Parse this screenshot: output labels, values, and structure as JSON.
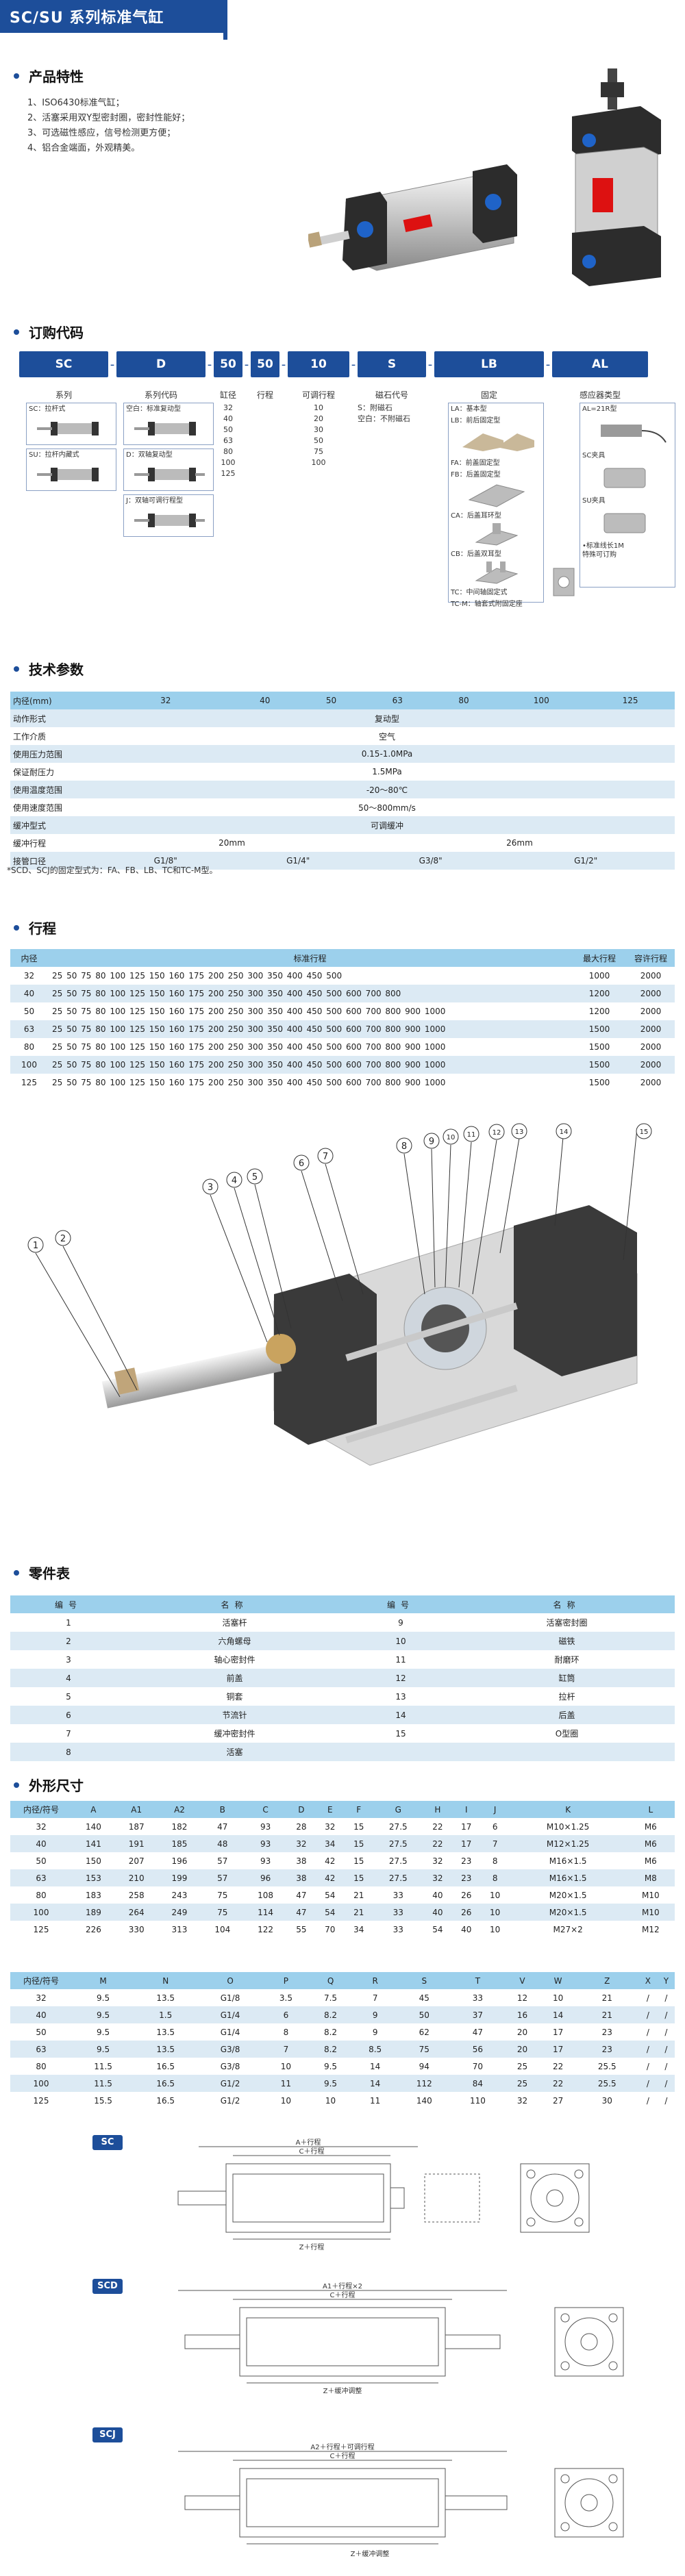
{
  "header": {
    "title": "SC/SU 系列标准气缸"
  },
  "features": {
    "title": "产品特性",
    "items": [
      "1、ISO6430标准气缸；",
      "2、活塞采用双Y型密封圈，密封性能好；",
      "3、可选磁性感应，信号检测更方便；",
      "4、铝合金端面，外观精美。"
    ]
  },
  "order": {
    "title": "订购代码",
    "codes": [
      "SC",
      "D",
      "50",
      "50",
      "10",
      "S",
      "LB",
      "AL"
    ],
    "labels": [
      "系列",
      "系列代码",
      "缸径",
      "行程",
      "可调行程",
      "磁石代号",
      "固定",
      "感应器类型"
    ],
    "series_opts": [
      "SC：拉杆式",
      "SU：拉杆内藏式"
    ],
    "code_opts": [
      "空白：标准复动型",
      "D：双轴复动型",
      "J：双轴可调行程型"
    ],
    "bores": "32\n40\n50\n63\n80\n100\n125",
    "adj_strokes": "10\n20\n30\n50\n75\n100",
    "magnet": "S：附磁石\n空白：不附磁石",
    "mount_opts": [
      "LA：基本型",
      "LB：前后固定型",
      "FA：前盖固定型",
      "FB：后盖固定型",
      "CA：后盖耳环型",
      "CB：后盖双耳型",
      "TC：中间轴固定式",
      "TC-M：轴套式附固定座"
    ],
    "sensor_opts": [
      "AL=21R型",
      "SC夹具",
      "SU夹具"
    ],
    "sensor_note": "•标准线长1M\n特殊可订购"
  },
  "specs": {
    "title": "技术参数",
    "header": [
      "内径(mm)",
      "32",
      "40",
      "50",
      "63",
      "80",
      "100",
      "125"
    ],
    "rows": [
      {
        "label": "动作形式",
        "value": "复动型"
      },
      {
        "label": "工作介质",
        "value": "空气"
      },
      {
        "label": "使用压力范围",
        "value": "0.15-1.0MPa"
      },
      {
        "label": "保证耐压力",
        "value": "1.5MPa"
      },
      {
        "label": "使用温度范围",
        "value": "-20～80℃"
      },
      {
        "label": "使用速度范围",
        "value": "50～800mm/s"
      },
      {
        "label": "缓冲型式",
        "value": "可调缓冲"
      }
    ],
    "cushion_label": "缓冲行程",
    "cushion_vals": [
      "20mm",
      "26mm"
    ],
    "port_label": "接管口径",
    "port_vals": [
      "G1/8\"",
      "G1/4\"",
      "G3/8\"",
      "G1/2\""
    ],
    "note": "*SCD、SCJ的固定型式为：FA、FB、LB、TC和TC-M型。"
  },
  "stroke": {
    "title": "行程",
    "header": [
      "内径",
      "标准行程",
      "最大行程",
      "容许行程"
    ],
    "rows": [
      [
        "32",
        "25 50 75 80 100 125 150 160 175 200 250 300 350 400 450 500",
        "1000",
        "2000"
      ],
      [
        "40",
        "25 50 75 80 100 125 150 160 175 200 250 300 350 400 450 500 600 700 800",
        "1200",
        "2000"
      ],
      [
        "50",
        "25 50 75 80 100 125 150 160 175 200 250 300 350 400 450 500 600 700 800 900 1000",
        "1200",
        "2000"
      ],
      [
        "63",
        "25 50 75 80 100 125 150 160 175 200 250 300 350 400 450 500 600 700 800 900 1000",
        "1500",
        "2000"
      ],
      [
        "80",
        "25 50 75 80 100 125 150 160 175 200 250 300 350 400 450 500 600 700 800 900 1000",
        "1500",
        "2000"
      ],
      [
        "100",
        "25 50 75 80 100 125 150 160 175 200 250 300 350 400 450 500 600 700 800 900 1000",
        "1500",
        "2000"
      ],
      [
        "125",
        "25 50 75 80 100 125 150 160 175 200 250 300 350 400 450 500 600 700 800 900 1000",
        "1500",
        "2000"
      ]
    ]
  },
  "exploded": {
    "callouts": [
      "1",
      "2",
      "3",
      "4",
      "5",
      "6",
      "7",
      "8",
      "9",
      "10",
      "11",
      "12",
      "13",
      "14",
      "15"
    ]
  },
  "parts": {
    "title": "零件表",
    "header": [
      "编号",
      "名称",
      "编号",
      "名称"
    ],
    "rows": [
      [
        "1",
        "活塞杆",
        "9",
        "活塞密封圈"
      ],
      [
        "2",
        "六角螺母",
        "10",
        "磁铁"
      ],
      [
        "3",
        "轴心密封件",
        "11",
        "耐磨环"
      ],
      [
        "4",
        "前盖",
        "12",
        "缸筒"
      ],
      [
        "5",
        "铜套",
        "13",
        "拉杆"
      ],
      [
        "6",
        "节流针",
        "14",
        "后盖"
      ],
      [
        "7",
        "缓冲密封件",
        "15",
        "O型圈"
      ],
      [
        "8",
        "活塞",
        "",
        ""
      ]
    ]
  },
  "dims": {
    "title": "外形尺寸",
    "t1_header": [
      "内径/符号",
      "A",
      "A1",
      "A2",
      "B",
      "C",
      "D",
      "E",
      "F",
      "G",
      "H",
      "I",
      "J",
      "K",
      "L"
    ],
    "t1_rows": [
      [
        "32",
        "140",
        "187",
        "182",
        "47",
        "93",
        "28",
        "32",
        "15",
        "27.5",
        "22",
        "17",
        "6",
        "M10×1.25",
        "M6"
      ],
      [
        "40",
        "141",
        "191",
        "185",
        "48",
        "93",
        "32",
        "34",
        "15",
        "27.5",
        "22",
        "17",
        "7",
        "M12×1.25",
        "M6"
      ],
      [
        "50",
        "150",
        "207",
        "196",
        "57",
        "93",
        "38",
        "42",
        "15",
        "27.5",
        "32",
        "23",
        "8",
        "M16×1.5",
        "M6"
      ],
      [
        "63",
        "153",
        "210",
        "199",
        "57",
        "96",
        "38",
        "42",
        "15",
        "27.5",
        "32",
        "23",
        "8",
        "M16×1.5",
        "M8"
      ],
      [
        "80",
        "183",
        "258",
        "243",
        "75",
        "108",
        "47",
        "54",
        "21",
        "33",
        "40",
        "26",
        "10",
        "M20×1.5",
        "M10"
      ],
      [
        "100",
        "189",
        "264",
        "249",
        "75",
        "114",
        "47",
        "54",
        "21",
        "33",
        "40",
        "26",
        "10",
        "M20×1.5",
        "M10"
      ],
      [
        "125",
        "226",
        "330",
        "313",
        "104",
        "122",
        "55",
        "70",
        "34",
        "33",
        "54",
        "40",
        "10",
        "M27×2",
        "M12"
      ]
    ],
    "t2_header": [
      "内径/符号",
      "M",
      "N",
      "O",
      "P",
      "Q",
      "R",
      "S",
      "T",
      "V",
      "W",
      "Z",
      "X",
      "Y"
    ],
    "t2_rows": [
      [
        "32",
        "9.5",
        "13.5",
        "G1/8",
        "3.5",
        "7.5",
        "7",
        "45",
        "33",
        "12",
        "10",
        "21",
        "/",
        "/"
      ],
      [
        "40",
        "9.5",
        "1.5",
        "G1/4",
        "6",
        "8.2",
        "9",
        "50",
        "37",
        "16",
        "14",
        "21",
        "/",
        "/"
      ],
      [
        "50",
        "9.5",
        "13.5",
        "G1/4",
        "8",
        "8.2",
        "9",
        "62",
        "47",
        "20",
        "17",
        "23",
        "/",
        "/"
      ],
      [
        "63",
        "9.5",
        "13.5",
        "G3/8",
        "7",
        "8.2",
        "8.5",
        "75",
        "56",
        "20",
        "17",
        "23",
        "/",
        "/"
      ],
      [
        "80",
        "11.5",
        "16.5",
        "G3/8",
        "10",
        "9.5",
        "14",
        "94",
        "70",
        "25",
        "22",
        "25.5",
        "/",
        "/"
      ],
      [
        "100",
        "11.5",
        "16.5",
        "G1/2",
        "11",
        "9.5",
        "14",
        "112",
        "84",
        "25",
        "22",
        "25.5",
        "/",
        "/"
      ],
      [
        "125",
        "15.5",
        "16.5",
        "G1/2",
        "10",
        "10",
        "11",
        "140",
        "110",
        "32",
        "27",
        "30",
        "/",
        "/"
      ]
    ],
    "drawing_tags": [
      "SC",
      "SCD",
      "SCJ"
    ],
    "drawing_labels": [
      "A＋行程",
      "C＋行程",
      "A1＋行程×2",
      "C＋行程",
      "A2＋行程＋可调行程",
      "C＋行程",
      "Z＋行程",
      "Z＋缓冲调整",
      "Z＋缓冲调整"
    ]
  }
}
